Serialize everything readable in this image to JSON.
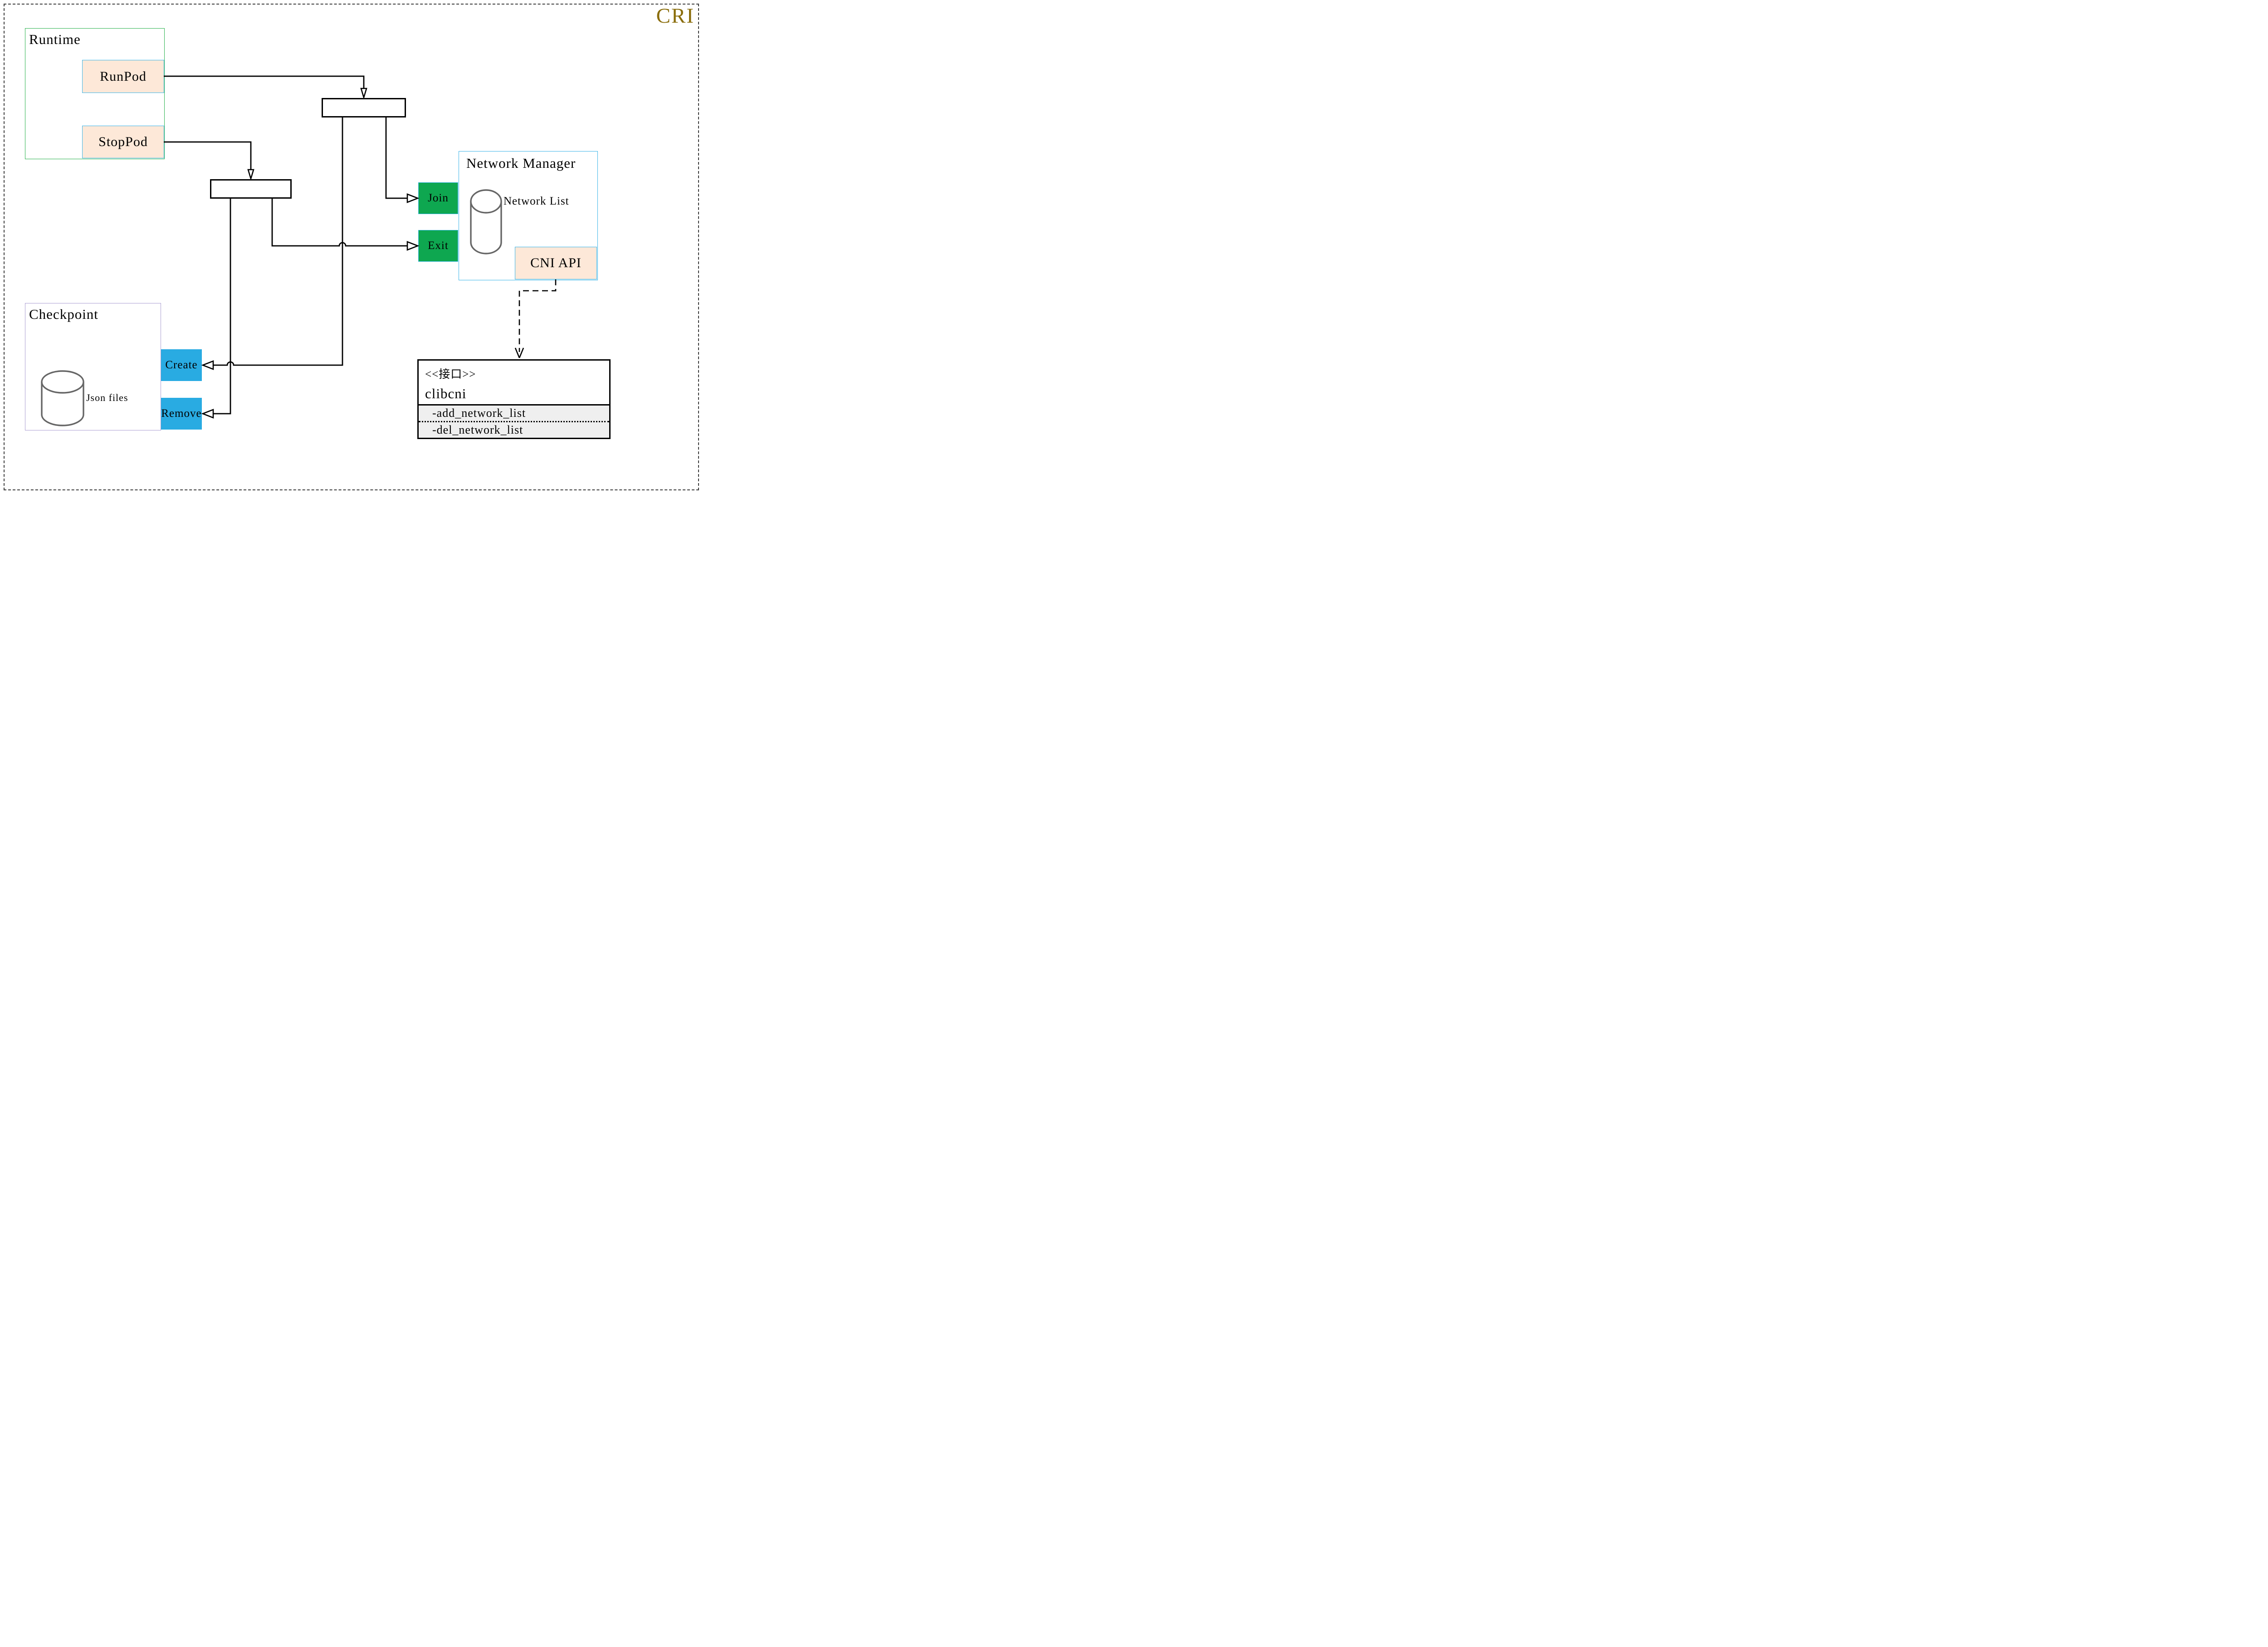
{
  "frame": {
    "badge": "CRI",
    "badge_color": "#8A6D0B"
  },
  "runtime_group": {
    "title": "Runtime",
    "run_pod_label": "RunPod",
    "stop_pod_label": "StopPod"
  },
  "network_manager": {
    "title": "Network Manager",
    "join_label": "Join",
    "exit_label": "Exit",
    "cni_api_label": "CNI API",
    "network_list_label": "Network List",
    "datastore_icon": "database-cylinder-icon"
  },
  "checkpoint_group": {
    "title": "Checkpoint",
    "json_files_label": "Json files",
    "create_label": "Create",
    "remove_label": "Remove",
    "datastore_icon": "database-cylinder-icon"
  },
  "clibcni_interface": {
    "stereotype": "<<接口>>",
    "name": "clibcni",
    "methods": [
      "-add_network_list",
      "-del_network_list"
    ]
  },
  "colors": {
    "accent_gold": "#8A6D0B",
    "runtime_border_green": "#2CB34F",
    "action_green": "#0EA750",
    "action_blue": "#29ABE2",
    "peach_fill": "#FDE8D8",
    "cyan_border": "#3DB5E8",
    "checkpoint_border_purple": "#AC9FD2",
    "interface_section_gray": "#EFEFEF",
    "cylinder_gray": "#666666"
  }
}
